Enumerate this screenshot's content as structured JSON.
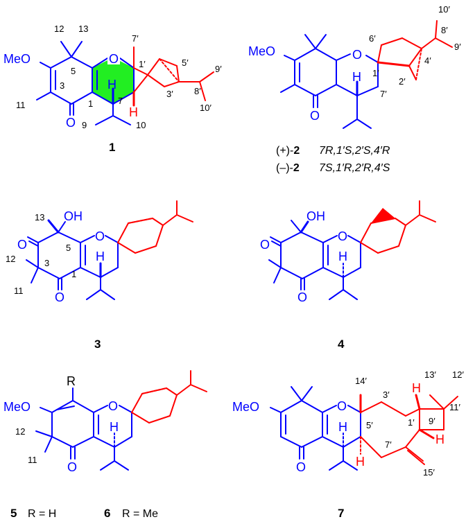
{
  "colors": {
    "blue": "#0000ff",
    "red": "#ff0000",
    "black": "#000000",
    "green": "#22ee22"
  },
  "c1": {
    "label": "1",
    "atoms": {
      "ome": "MeO",
      "o": "O",
      "co": "O",
      "h1": "H",
      "h2": "H"
    },
    "nums": [
      "12",
      "13",
      "5",
      "3",
      "11",
      "1",
      "7",
      "9",
      "10",
      "7′",
      "1′",
      "5′",
      "3′",
      "8′",
      "9′",
      "10′"
    ]
  },
  "c2": {
    "atoms": {
      "ome": "MeO",
      "o": "O",
      "co": "O",
      "h": "H"
    },
    "nums": [
      "6′",
      "10′",
      "8′",
      "9′",
      "1′",
      "4′",
      "2′",
      "7′"
    ],
    "plus_label": "(+)-",
    "plus_num": "2",
    "plus_config": "7R,1′S,2′S,4′R",
    "minus_label": "(–)-",
    "minus_num": "2",
    "minus_config": "7S,1′R,2′R,4′S"
  },
  "c3": {
    "label": "3",
    "atoms": {
      "oh": "OH",
      "o": "O",
      "ko": "O",
      "co": "O",
      "h": "H"
    },
    "nums": [
      "13",
      "5",
      "12",
      "3",
      "1",
      "11"
    ]
  },
  "c4": {
    "label": "4",
    "atoms": {
      "oh": "OH",
      "o": "O",
      "ko": "O",
      "co": "O",
      "h": "H"
    }
  },
  "c56": {
    "r": "R",
    "atoms": {
      "ome": "MeO",
      "o": "O",
      "co": "O",
      "h": "H"
    },
    "nums": [
      "12",
      "11"
    ],
    "label5": "5",
    "eq5": "R = H",
    "label6": "6",
    "eq6": "R = Me"
  },
  "c7": {
    "label": "7",
    "atoms": {
      "ome": "MeO",
      "o": "O",
      "co": "O",
      "h1": "H",
      "h2": "H",
      "h3": "H",
      "h4": "H"
    },
    "nums": [
      "14′",
      "3′",
      "13′",
      "12′",
      "11′",
      "1′",
      "9′",
      "5′",
      "7′",
      "15′"
    ]
  }
}
